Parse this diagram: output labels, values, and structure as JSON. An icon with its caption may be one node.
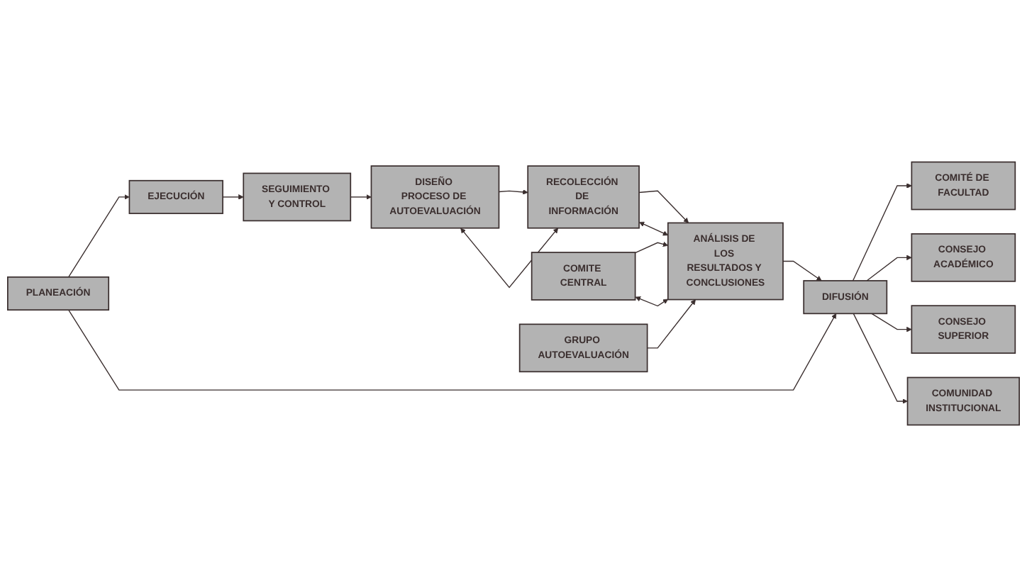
{
  "diagram": {
    "nodes": [
      {
        "text": [
          "DISEÑO PROCESO DE AUTOEVALUACIÓN"
        ]
      },
      {
        "text": [
          "RECOLECCIÓN DE INFORMACIÓN"
        ]
      },
      {
        "text": [
          "ANÁLISIS DE LOS RESULTADOS Y CONCLUSIONES"
        ]
      },
      {
        "text": [
          "COMITE CENTRAL"
        ]
      },
      {
        "text": [
          "GRUPO AUTOEVALUACIÓN"
        ]
      },
      {
        "text": [
          "SEGUIMIENTO Y CONTROL"
        ]
      },
      {
        "text": [
          "COMITÉ DE FACULTAD"
        ]
      },
      {
        "text": [
          "EJECUCIÓN"
        ]
      },
      {
        "text": [
          "PLANEACIÓN"
        ]
      },
      {
        "text": [
          "DIFUSIÓN"
        ]
      },
      {
        "text": [
          "CONSEJO ACADÉMICO"
        ]
      },
      {
        "text": [
          "CONSEJO SUPERIOR"
        ]
      },
      {
        "text": [
          "COMUNIDAD INSTITUCIONAL"
        ]
      }
    ],
    "edges": [
      {
        "from": 0,
        "to": 1,
        "arrow": "to"
      },
      {
        "from": 1,
        "to": 2,
        "arrow": "to"
      },
      {
        "from": 3,
        "to": 2,
        "arrow": "to"
      },
      {
        "from": 4,
        "to": 2,
        "arrow": "to"
      },
      {
        "from": 2,
        "to": 9,
        "arrow": "to"
      },
      {
        "from": 8,
        "to": 7,
        "arrow": "to"
      },
      {
        "from": 8,
        "to": 9,
        "arrow": "to"
      },
      {
        "from": 7,
        "to": 5,
        "arrow": "to"
      },
      {
        "from": 5,
        "to": 0,
        "arrow": "to"
      },
      {
        "from": 9,
        "to": 6,
        "arrow": "to"
      },
      {
        "from": 9,
        "to": 10,
        "arrow": "to"
      },
      {
        "from": 9,
        "to": 11,
        "arrow": "to"
      },
      {
        "from": 9,
        "to": 12,
        "arrow": "to"
      },
      {
        "from": 0,
        "to": 1,
        "arrow": "both"
      },
      {
        "from": 1,
        "to": 2,
        "arrow": "both"
      },
      {
        "from": 3,
        "to": 2,
        "arrow": "both"
      }
    ]
  }
}
